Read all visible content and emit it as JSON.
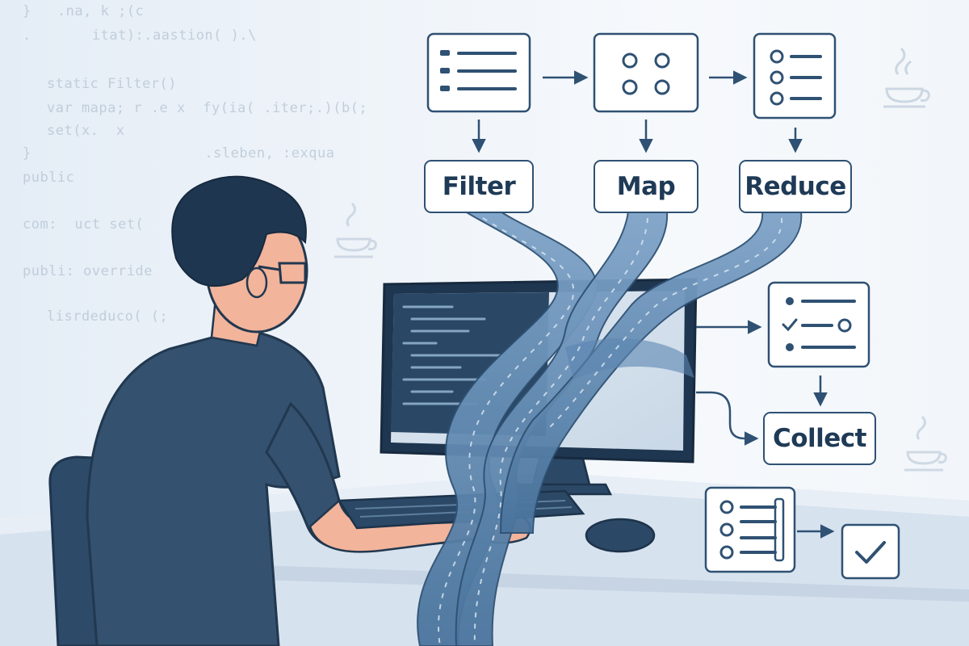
{
  "background_code": [
    "}   .na, k ;(c",
    ".       itat):.aastion( ).\\",
    "static Filter()",
    "var mapa; r .e x  fy(ia( .iter;.)(b(;",
    "set(x.  x",
    "}                    .sleben, :exqua",
    "public",
    "com:  uct set(",
    "publi: override",
    "lisrdeduco( (;"
  ],
  "pipeline": {
    "filter_label": "Filter",
    "map_label": "Map",
    "reduce_label": "Reduce",
    "collect_label": "Collect"
  },
  "icons": {
    "source_list": "list-icon",
    "mapped_items": "dots-grid-icon",
    "reduced_list": "bullet-list-icon",
    "checked_list": "checklist-icon",
    "result_list": "bullet-list-icon",
    "done": "checkmark-icon",
    "java": "java-coffee-cup-icon"
  },
  "colors": {
    "navy": "#2f5173",
    "stream_blue": "#5b86b0",
    "shirt": "#33506f",
    "skin": "#f2b49b",
    "background": "#eef3f9"
  }
}
